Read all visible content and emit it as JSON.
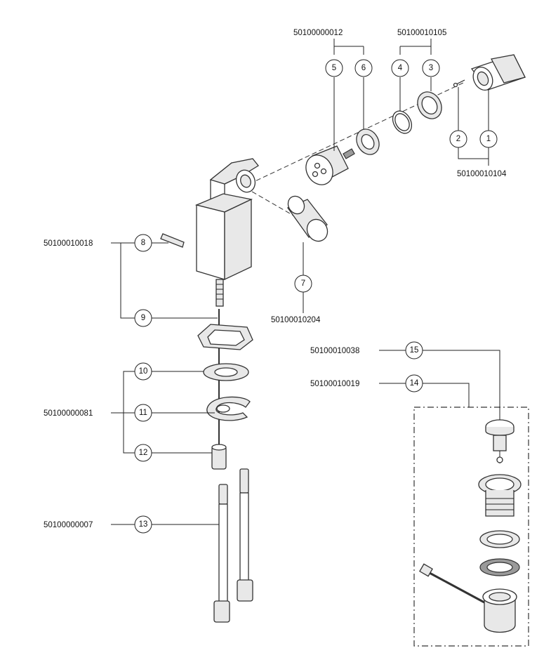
{
  "diagram": {
    "title": "Exploded view – washbasin mixer with pop-up waste",
    "callouts": [
      {
        "num": "1"
      },
      {
        "num": "2"
      },
      {
        "num": "3"
      },
      {
        "num": "4"
      },
      {
        "num": "5"
      },
      {
        "num": "6"
      },
      {
        "num": "7"
      },
      {
        "num": "8"
      },
      {
        "num": "9"
      },
      {
        "num": "10"
      },
      {
        "num": "11"
      },
      {
        "num": "12"
      },
      {
        "num": "13"
      },
      {
        "num": "14"
      },
      {
        "num": "15"
      }
    ],
    "codes": {
      "c5_6": "50100000012",
      "c3_4": "50100010105",
      "c1_2": "50100010104",
      "c7": "50100010204",
      "c8_9": "50100010018",
      "c10_12": "50100000081",
      "c13": "50100000007",
      "c15": "50100010038",
      "c14": "50100010019"
    }
  }
}
